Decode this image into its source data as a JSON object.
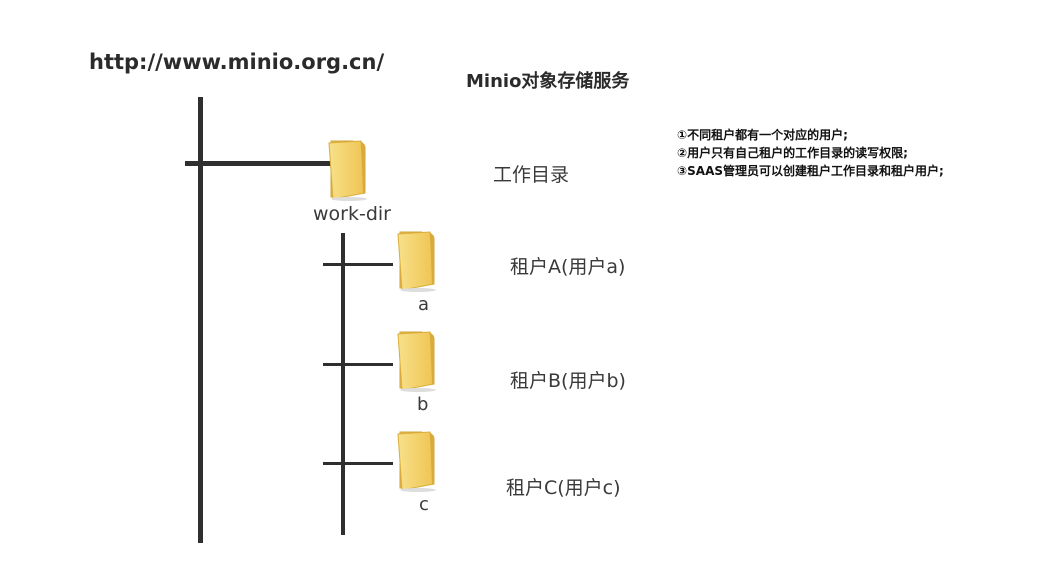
{
  "header": {
    "url": "http://www.minio.org.cn/",
    "title": "Minio对象存储服务"
  },
  "notes": [
    "①不同租户都有一个对应的用户;",
    "②用户只有自己租户的工作目录的读写权限;",
    "③SAAS管理员可以创建租户工作目录和租户用户;"
  ],
  "root": {
    "folder_name": "work-dir",
    "description": "工作目录"
  },
  "tenants": [
    {
      "folder_name": "a",
      "description": "租户A(用户a)"
    },
    {
      "folder_name": "b",
      "description": "租户B(用户b)"
    },
    {
      "folder_name": "c",
      "description": "租户C(用户c)"
    }
  ],
  "colors": {
    "line": "#2f2f2f",
    "folder_fill": "#f5d77a",
    "folder_edge": "#d9ae3a"
  }
}
